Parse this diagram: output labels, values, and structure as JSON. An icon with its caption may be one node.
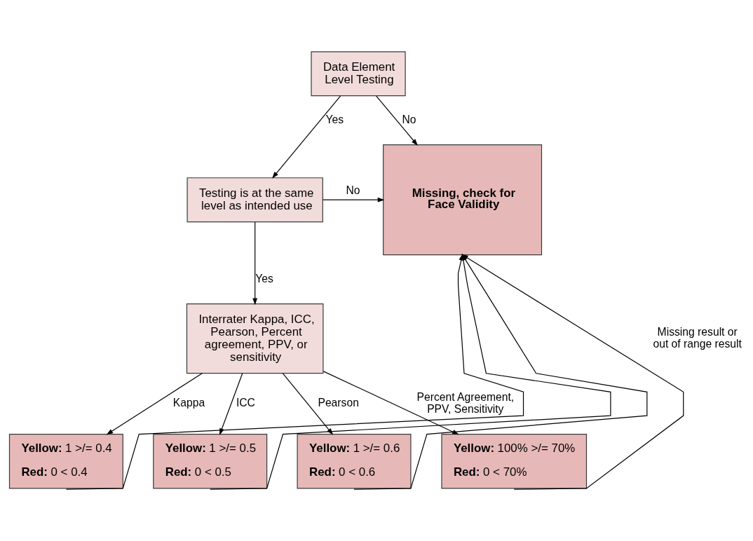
{
  "diagram": {
    "nodes": [
      {
        "text": [
          "Data Element Level Testing"
        ]
      },
      {
        "text": [
          "Testing is at the same level as intended use"
        ]
      },
      {
        "text": [
          "**Missing, check for Face Validity**"
        ]
      },
      {
        "text": [
          "Interrater Kappa, ICC, Pearson, Percent agreement, PPV, or sensitivity"
        ]
      },
      {
        "text": [
          "**Yellow:** 1 >/= 0.4",
          "**Red:** 0 < 0.4"
        ]
      },
      {
        "text": [
          "**Yellow:** 1 >/= 0.5",
          "**Red:** 0 < 0.5"
        ]
      },
      {
        "text": [
          "**Yellow:** 1 >/= 0.6",
          "**Red:** 0 < 0.6"
        ]
      },
      {
        "text": [
          "**Yellow:** 100% >/= 70%",
          "**Red:** 0 < 70%"
        ]
      }
    ],
    "edges": [
      {
        "from": 0,
        "to": 1,
        "arrow": "to",
        "label": "Yes"
      },
      {
        "from": 0,
        "to": 2,
        "arrow": "to",
        "label": "No"
      },
      {
        "from": 1,
        "to": 2,
        "arrow": "to",
        "label": "No"
      },
      {
        "from": 1,
        "to": 3,
        "arrow": "to",
        "label": "Yes"
      },
      {
        "from": 3,
        "to": 4,
        "arrow": "to",
        "label": "Kappa"
      },
      {
        "from": 3,
        "to": 5,
        "arrow": "to",
        "label": "ICC"
      },
      {
        "from": 3,
        "to": 6,
        "arrow": "to",
        "label": "Pearson"
      },
      {
        "from": 3,
        "to": 7,
        "arrow": "to",
        "label": "Percent Agreement, PPV, Sensitivity"
      },
      {
        "from": 4,
        "to": 2,
        "arrow": "to"
      },
      {
        "from": 5,
        "to": 2,
        "arrow": "to"
      },
      {
        "from": 6,
        "to": 2,
        "arrow": "to"
      },
      {
        "from": 7,
        "to": 2,
        "arrow": "to",
        "label": "Missing result or out of range result"
      }
    ]
  }
}
